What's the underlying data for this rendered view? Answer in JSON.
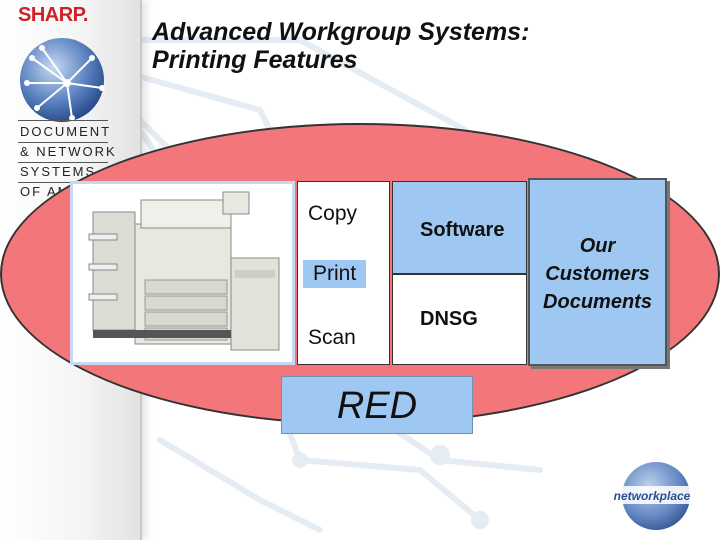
{
  "brand": {
    "logo": "SHARP.",
    "tagline_lines": [
      "DOCUMENT",
      "& NETWORK",
      "SYSTEMS",
      "OF AMERICA"
    ]
  },
  "title": {
    "line1": "Advanced Workgroup Systems:",
    "line2": "Printing Features"
  },
  "functions": {
    "copy": "Copy",
    "print": "Print",
    "scan": "Scan"
  },
  "software": "Software",
  "dnsg": "DNSG",
  "customers": {
    "line1": "Our",
    "line2": "Customers",
    "line3": "Documents"
  },
  "red_label": "RED",
  "footer_logo": "networkplace",
  "colors": {
    "ellipse": "#f2767a",
    "highlight": "#9ec8f2",
    "brand_red": "#d0202a"
  }
}
